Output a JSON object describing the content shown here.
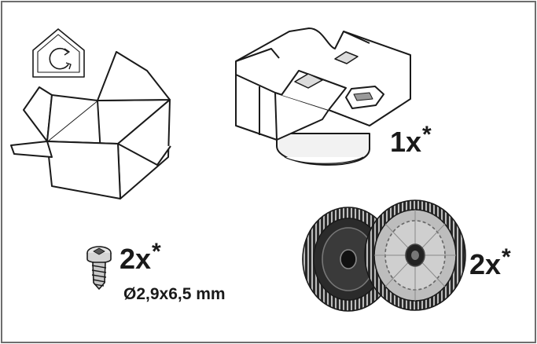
{
  "duct": {
    "quantity": "1x",
    "footnote_mark": "*"
  },
  "screw": {
    "quantity": "2x",
    "footnote_mark": "*",
    "dimensions": "Ø2,9x6,5 mm"
  },
  "filters": {
    "quantity": "2x",
    "footnote_mark": "*"
  },
  "icons": [
    "recycle-house-icon",
    "open-box-icon",
    "air-duct-adapter-icon",
    "screw-icon",
    "charcoal-filter-icon"
  ]
}
